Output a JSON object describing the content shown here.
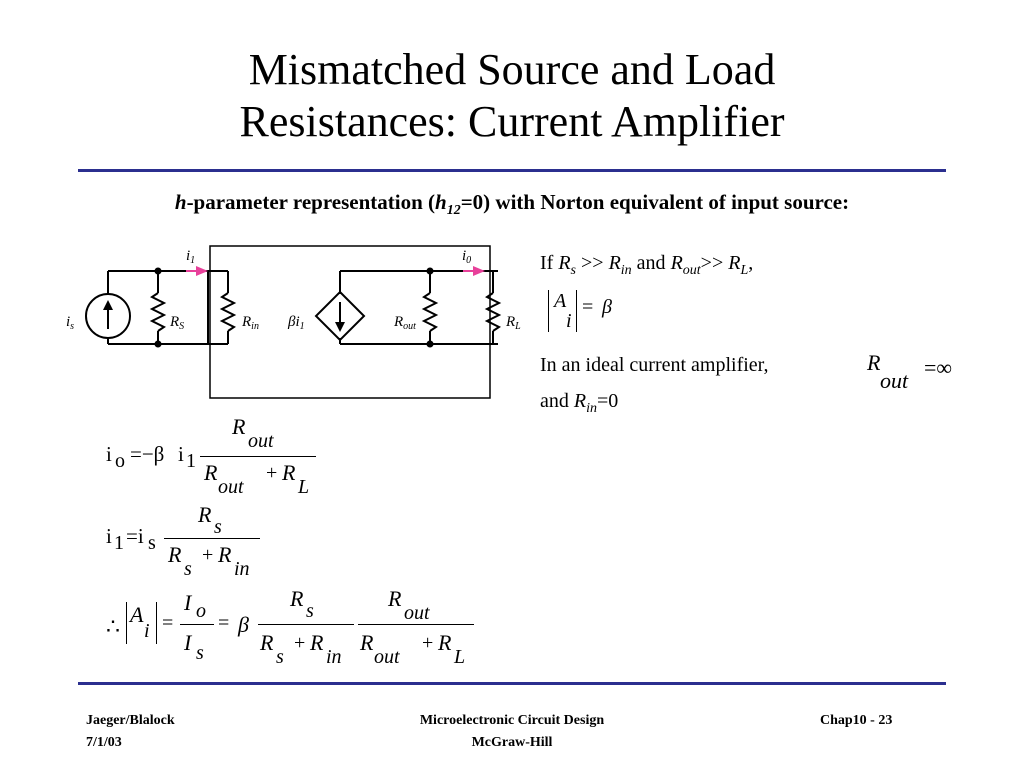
{
  "title": {
    "line1": "Mismatched Source and Load",
    "line2": "Resistances: Current Amplifier"
  },
  "subtitle": {
    "h": "h",
    "part1": "-parameter representation (",
    "h12": "h",
    "h12_sub": "12",
    "part2": "=0) with Norton equivalent of input source:"
  },
  "circuit": {
    "i1": "i",
    "i1_sub": "1",
    "io": "i",
    "io_sub": "0",
    "is": "i",
    "is_sub": "s",
    "rs": "R",
    "rs_sub": "S",
    "rin": "R",
    "rin_sub": "in",
    "beta_i1": "βi",
    "beta_i1_sub": "1",
    "rout": "R",
    "rout_sub": "out",
    "rl": "R",
    "rl_sub": "L",
    "colors": {
      "arrow": "#e8409a",
      "wire": "#000000"
    }
  },
  "right": {
    "cond_if": "If",
    "cond_rs": "R",
    "cond_rs_sub": "s",
    "cond_gg1": ">>",
    "cond_rin": "R",
    "cond_rin_sub": "in",
    "cond_and": "and",
    "cond_rout": "R",
    "cond_rout_sub": "out",
    "cond_gg2": ">>",
    "cond_rl": "R",
    "cond_rl_sub": "L",
    "cond_comma": ",",
    "ai_A": "A",
    "ai_i": "i",
    "ai_eq": "=",
    "ai_beta": "β",
    "ideal_text": "In an ideal current amplifier,",
    "ideal_R": "R",
    "ideal_out": "out",
    "ideal_eq": "=∞",
    "and_text": "and",
    "and_R": "R",
    "and_in": "in",
    "and_eq": "=0"
  },
  "eq1": {
    "lhs": "i",
    "lhs_sub": "o",
    "eq": "=−β",
    "i": "i",
    "i_sub": "1",
    "num_R": "R",
    "num_sub": "out",
    "den_R1": "R",
    "den_sub1": "out",
    "plus": "+",
    "den_R2": "R",
    "den_sub2": "L"
  },
  "eq2": {
    "lhs": "i",
    "lhs_sub": "1",
    "eq": "=i",
    "eq_sub": "s",
    "num_R": "R",
    "num_sub": "s",
    "den_R1": "R",
    "den_sub1": "s",
    "plus": "+",
    "den_R2": "R",
    "den_sub2": "in"
  },
  "eq3": {
    "therefore": "∴",
    "A": "A",
    "A_sub": "i",
    "eq1": "=",
    "f1_num": "I",
    "f1_num_sub": "o",
    "f1_den": "I",
    "f1_den_sub": "s",
    "eq2": "=",
    "beta": "β",
    "f2_num": "R",
    "f2_num_sub": "s",
    "f2_den1": "R",
    "f2_den1_sub": "s",
    "plus1": "+",
    "f2_den2": "R",
    "f2_den2_sub": "in",
    "f3_num": "R",
    "f3_num_sub": "out",
    "f3_den1": "R",
    "f3_den1_sub": "out",
    "plus2": "+",
    "f3_den2": "R",
    "f3_den2_sub": "L"
  },
  "footer": {
    "left1": "Jaeger/Blalock",
    "left2": "7/1/03",
    "center1": "Microelectronic Circuit Design",
    "center2": "McGraw-Hill",
    "right": "Chap10 - 23"
  }
}
